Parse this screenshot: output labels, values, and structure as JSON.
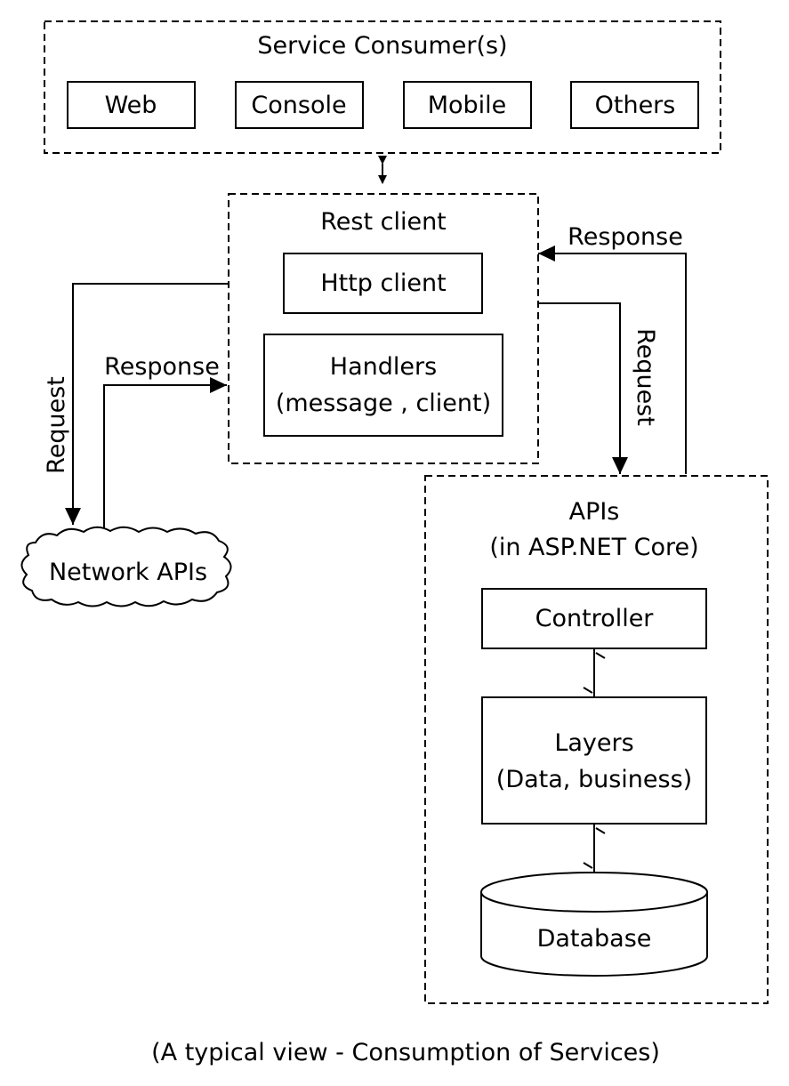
{
  "service_consumers": {
    "title": "Service Consumer(s)",
    "items": [
      "Web",
      "Console",
      "Mobile",
      "Others"
    ]
  },
  "rest_client": {
    "title": "Rest client",
    "http_client": "Http client",
    "handlers_line1": "Handlers",
    "handlers_line2": "(message , client)"
  },
  "network_apis": "Network APIs",
  "arrows": {
    "left_request": "Request",
    "left_response": "Response",
    "right_request": "Request",
    "right_response": "Response"
  },
  "apis": {
    "title_line1": "APIs",
    "title_line2": "(in ASP.NET Core)",
    "controller": "Controller",
    "layers_line1": "Layers",
    "layers_line2": "(Data, business)",
    "database": "Database"
  },
  "caption": "(A typical view - Consumption of Services)"
}
